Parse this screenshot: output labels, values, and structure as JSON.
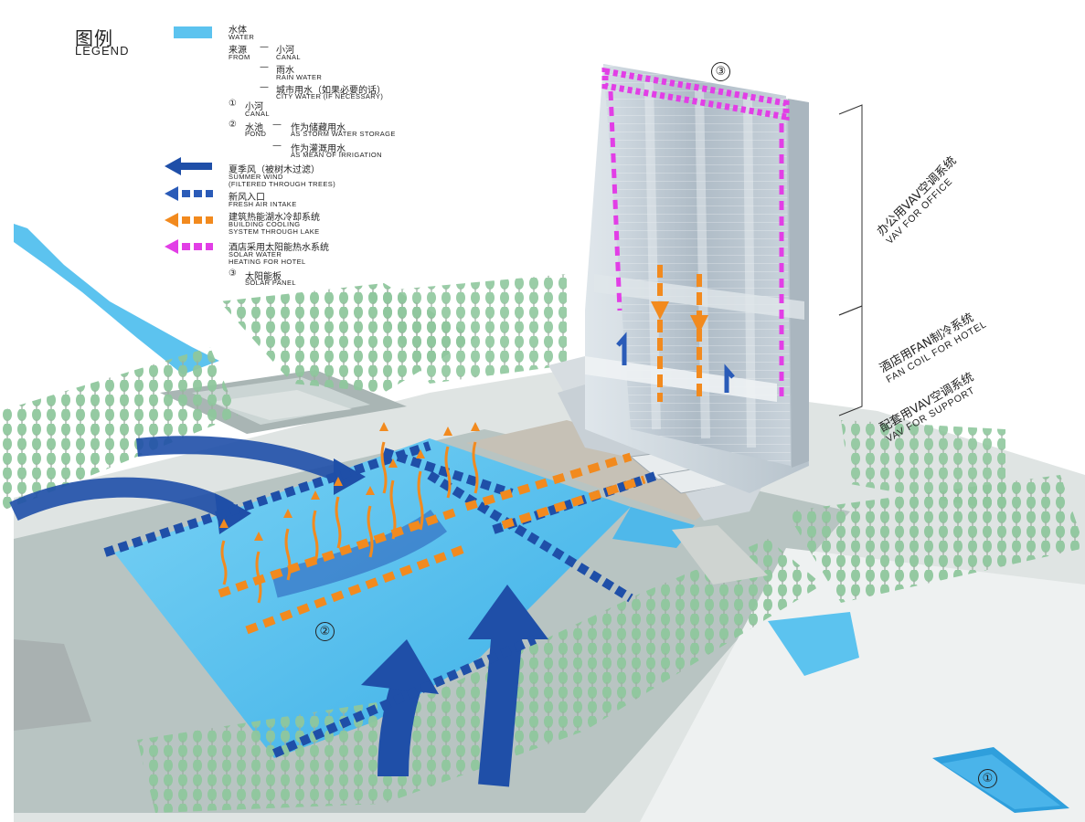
{
  "legend": {
    "title_cn": "图例",
    "title_en": "LEGEND",
    "water_cn": "水体",
    "water_en": "WATER",
    "from_cn": "来源",
    "from_en": "FROM",
    "sources": [
      {
        "cn": "小河",
        "en": "CANAL"
      },
      {
        "cn": "雨水",
        "en": "RAIN WATER"
      },
      {
        "cn": "城市用水（如果必要的话）",
        "en": "CITY WATER (IF NECESSARY)"
      }
    ],
    "item1_num": "①",
    "item1_cn": "小河",
    "item1_en": "CANAL",
    "item2_num": "②",
    "item2_cn": "水池",
    "item2_en": "POND",
    "pond_uses": [
      {
        "cn": "作为储藏用水",
        "en": "AS STORM WATER STORAGE"
      },
      {
        "cn": "作为灌溉用水",
        "en": "AS MEAN OF IRRIGATION"
      }
    ],
    "arrows": [
      {
        "cn": "夏季风（被树木过滤）",
        "en1": "SUMMER WIND",
        "en2": "(FILTERED THROUGH TREES)",
        "color": "#1f4fa8",
        "style": "solid"
      },
      {
        "cn": "新风入口",
        "en1": "FRESH AIR INTAKE",
        "en2": "",
        "color": "#2a5bb8",
        "style": "dashed"
      },
      {
        "cn": "建筑热能湖水冷却系统",
        "en1": "BUILDING COOLING",
        "en2": "SYSTEM THROUGH LAKE",
        "color": "#f28a1e",
        "style": "dashed"
      },
      {
        "cn": "酒店采用太阳能热水系统",
        "en1": "SOLAR WATER",
        "en2": "HEATING FOR HOTEL",
        "color": "#e23ee6",
        "style": "dashed"
      }
    ],
    "item3_num": "③",
    "item3_cn": "太阳能板",
    "item3_en": "SOLAR PANEL"
  },
  "side_labels": [
    {
      "cn": "办公用VAV空调系统",
      "en": "VAV FOR OFFICE"
    },
    {
      "cn": "酒店用FAN制冷系统",
      "en": "FAN COIL FOR HOTEL"
    },
    {
      "cn": "配套用VAV空调系统",
      "en": "VAV FOR SUPPORT"
    }
  ],
  "markers": {
    "canal": "①",
    "pond": "②",
    "solar": "③"
  },
  "colors": {
    "water": "#5cc3ef",
    "ground": "#b6c3c1",
    "tree": "#8cc49a",
    "wind": "#1f4fa8",
    "cooling": "#f28a1e",
    "solar": "#e23ee6",
    "tower": "#c3cfd8"
  }
}
